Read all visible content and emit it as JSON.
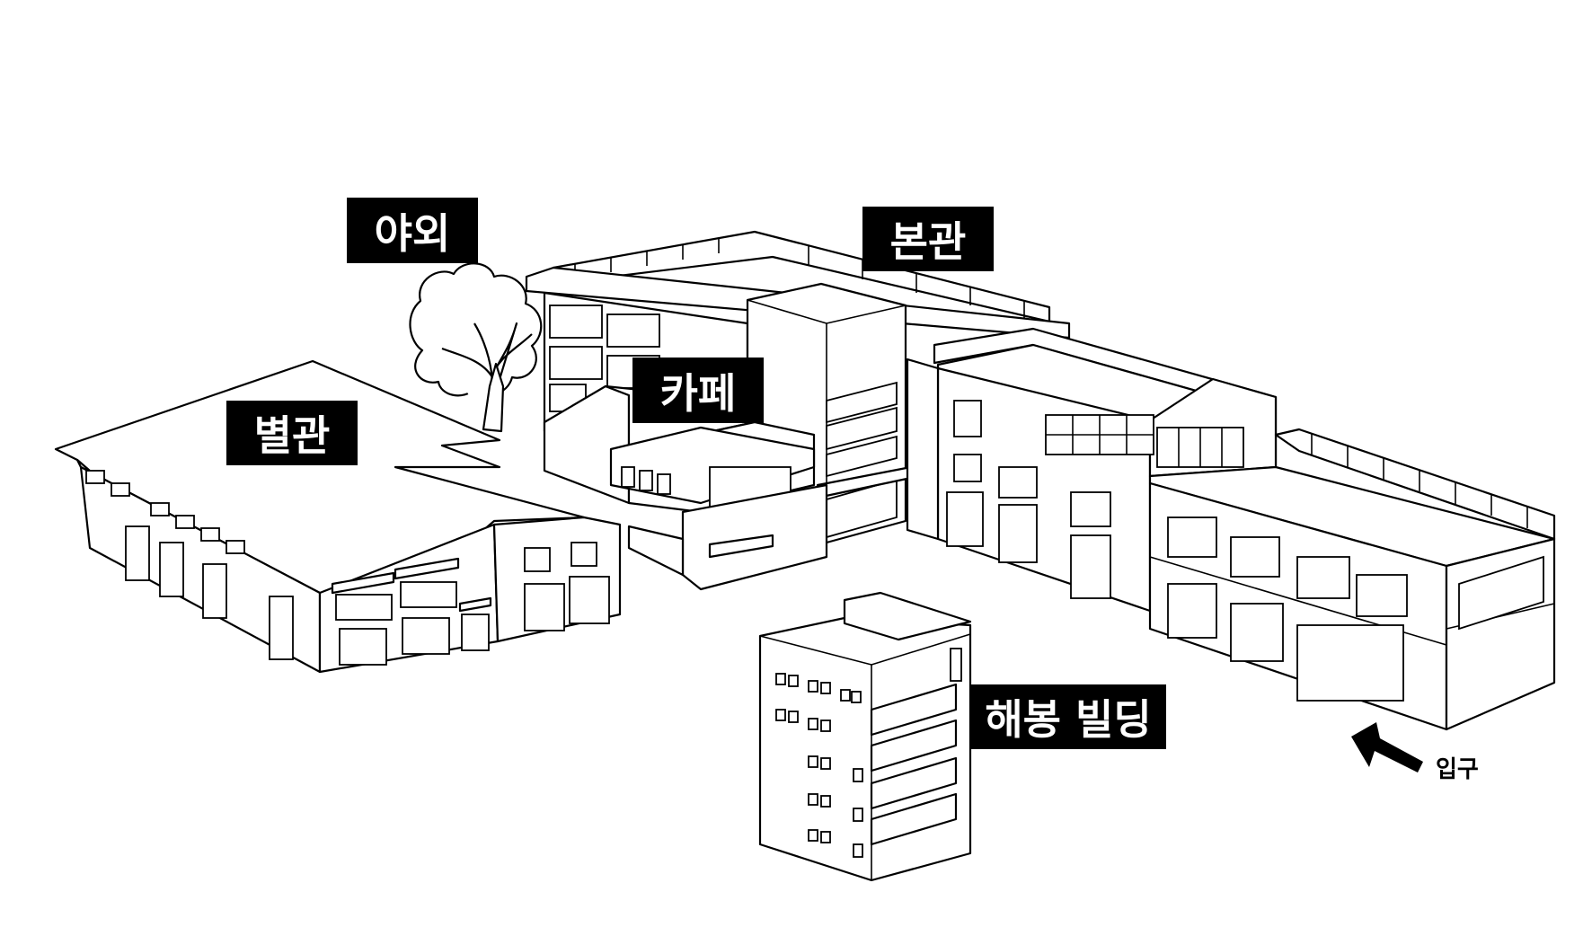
{
  "labels": {
    "outdoor": "야외",
    "main_building": "본관",
    "annex": "별관",
    "cafe": "카페",
    "haebong_building": "해봉 빌딩",
    "entrance": "입구"
  },
  "icons": {
    "entrance_arrow": "arrow-up-left-icon",
    "tree": "tree-icon"
  },
  "colors": {
    "label_background": "#000000",
    "label_text": "#ffffff",
    "line": "#000000",
    "background": "#ffffff"
  }
}
